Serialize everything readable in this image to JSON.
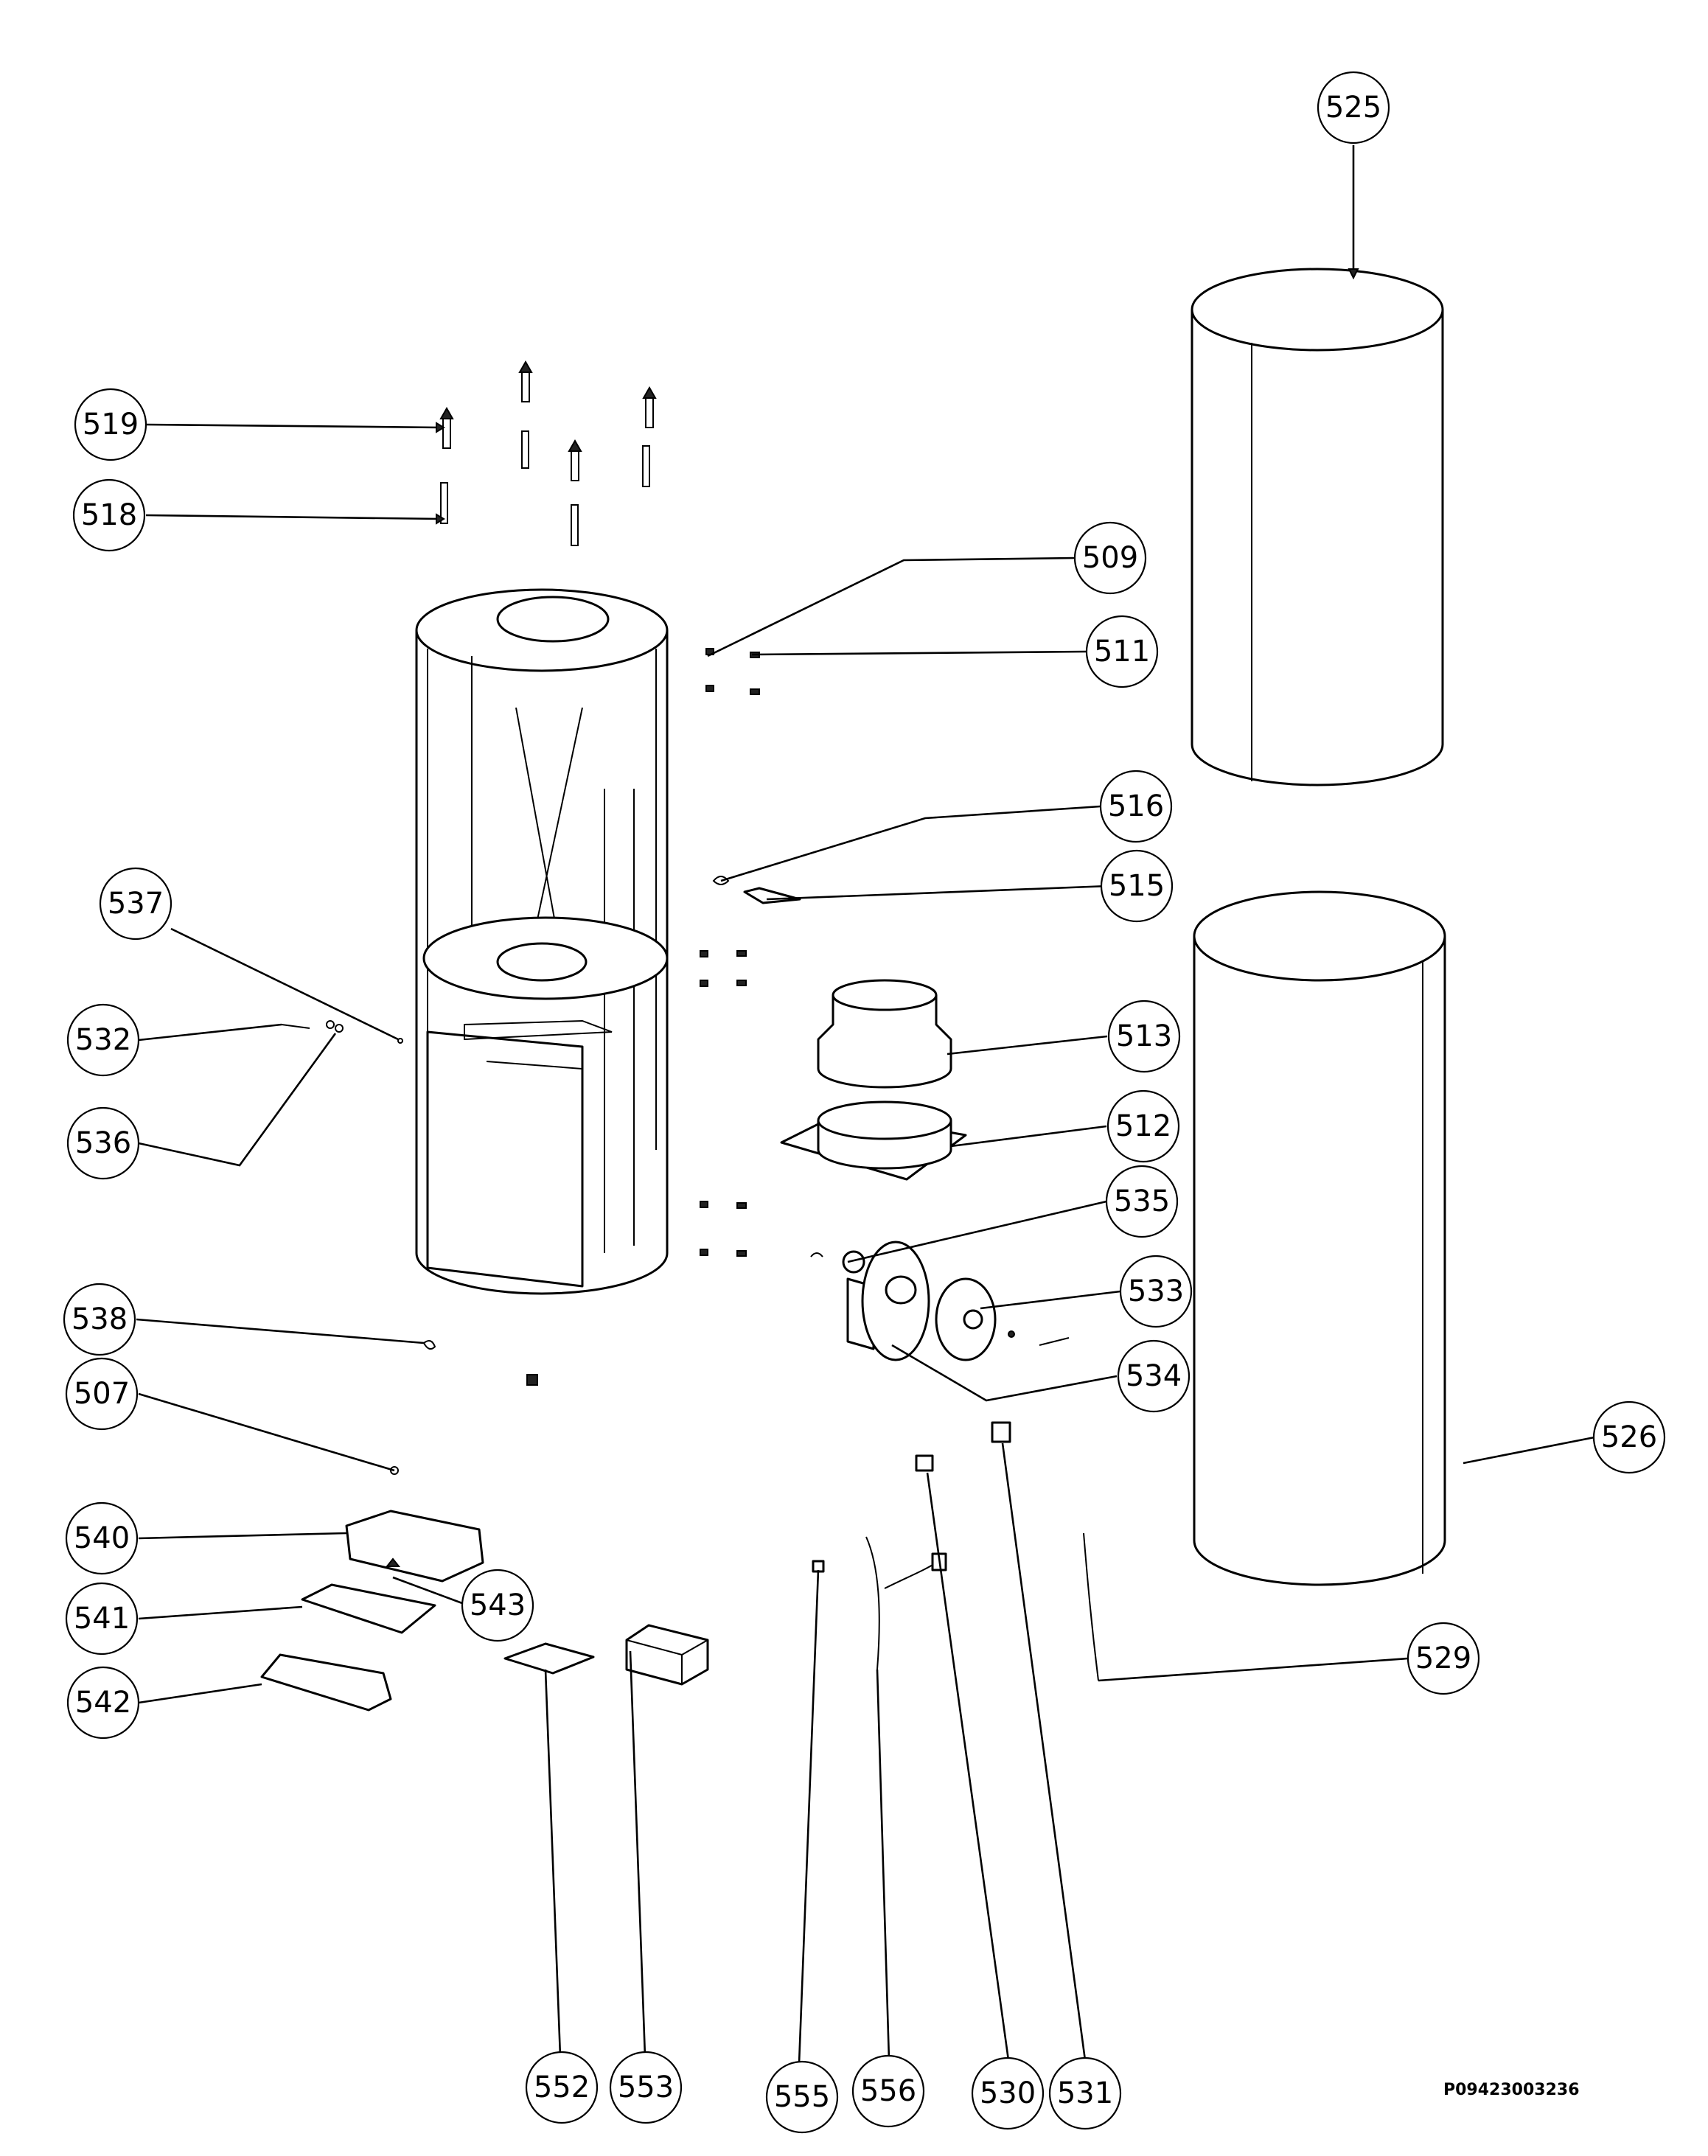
{
  "drawing": {
    "reference_code": "P09423003236"
  },
  "callouts": [
    {
      "label": "525"
    },
    {
      "label": "519"
    },
    {
      "label": "518"
    },
    {
      "label": "509"
    },
    {
      "label": "511"
    },
    {
      "label": "516"
    },
    {
      "label": "515"
    },
    {
      "label": "537"
    },
    {
      "label": "532"
    },
    {
      "label": "513"
    },
    {
      "label": "536"
    },
    {
      "label": "512"
    },
    {
      "label": "535"
    },
    {
      "label": "533"
    },
    {
      "label": "538"
    },
    {
      "label": "534"
    },
    {
      "label": "507"
    },
    {
      "label": "526"
    },
    {
      "label": "540"
    },
    {
      "label": "543"
    },
    {
      "label": "541"
    },
    {
      "label": "529"
    },
    {
      "label": "542"
    },
    {
      "label": "552"
    },
    {
      "label": "553"
    },
    {
      "label": "555"
    },
    {
      "label": "556"
    },
    {
      "label": "530"
    },
    {
      "label": "531"
    }
  ]
}
